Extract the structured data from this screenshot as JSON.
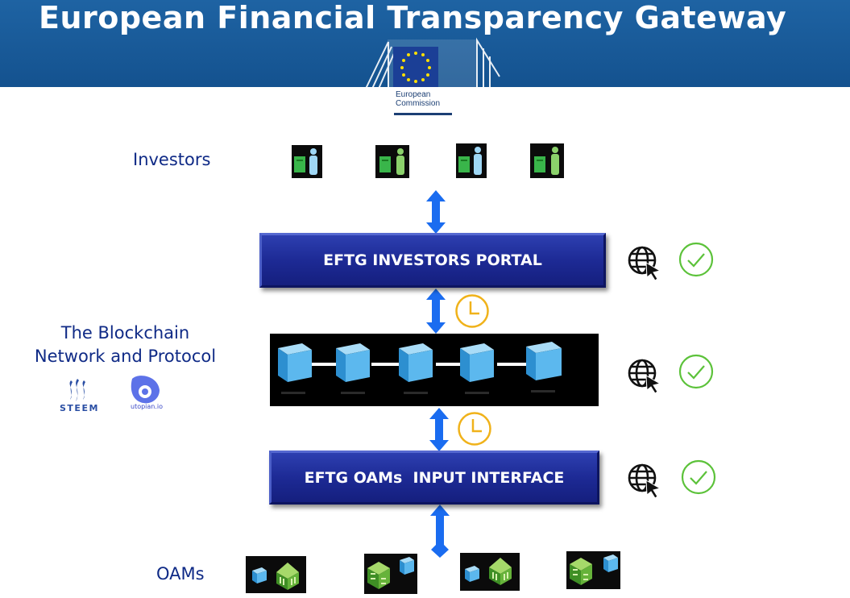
{
  "header": {
    "title": "European Financial Transparency Gateway",
    "logo_text_line1": "European",
    "logo_text_line2": "Commission"
  },
  "labels": {
    "investors": "Investors",
    "blockchain_line1": "The Blockchain",
    "blockchain_line2": "Network and Protocol",
    "oams": "OAMs"
  },
  "boxes": {
    "investors_portal": "EFTG INVESTORS PORTAL",
    "oams_input": "EFTG OAMs  INPUT INTERFACE"
  },
  "logos": {
    "steem": "STEEM",
    "utopian": "utopian.io"
  },
  "colors": {
    "banner": "#14528f",
    "box": "#1d2a95",
    "arrow": "#1a6cf0",
    "check": "#5cc23a",
    "clock": "#f0b21a",
    "label_text": "#0f2a86"
  },
  "icons": [
    "investor-icon",
    "globe-cursor-icon",
    "checkmark-icon",
    "clock-icon",
    "block-icon",
    "building-icon"
  ]
}
